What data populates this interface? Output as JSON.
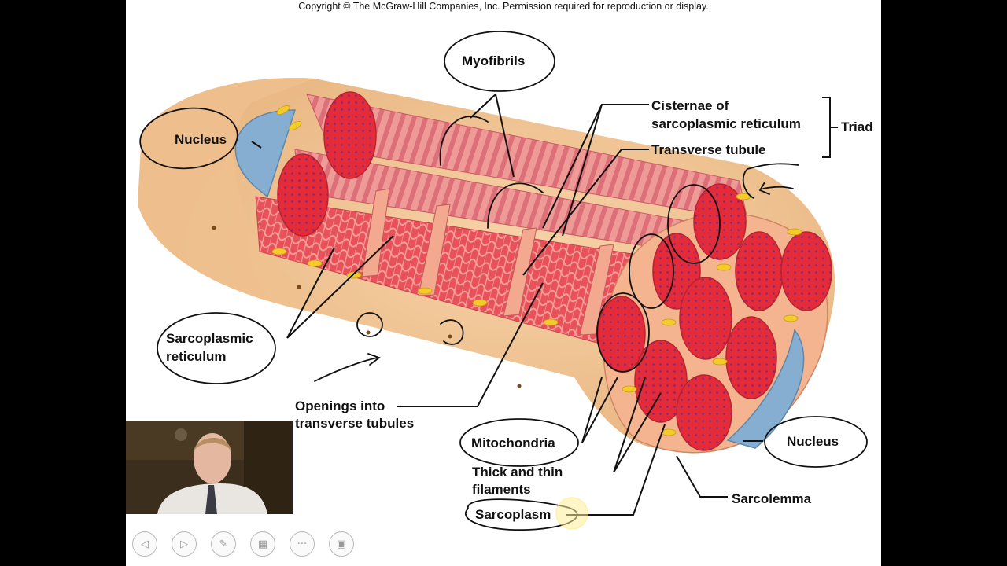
{
  "copyright": "Copyright © The McGraw-Hill Companies, Inc. Permission required for reproduction or display.",
  "labels": {
    "myofibrils": "Myofibrils",
    "nucleus_left": "Nucleus",
    "cisternae_line1": "Cisternae of",
    "cisternae_line2": "sarcoplasmic reticulum",
    "triad": "Triad",
    "transverse_tubule": "Transverse tubule",
    "sarcoplasmic_line1": "Sarcoplasmic",
    "sarcoplasmic_line2": "reticulum",
    "openings_line1": "Openings into",
    "openings_line2": "transverse tubules",
    "mitochondria": "Mitochondria",
    "filaments_line1": "Thick and thin",
    "filaments_line2": "filaments",
    "sarcoplasm": "Sarcoplasm",
    "nucleus_right": "Nucleus",
    "sarcolemma": "Sarcolemma"
  },
  "toolbar": {
    "buttons": [
      {
        "icon": "back-arrow-icon",
        "glyph": "◁"
      },
      {
        "icon": "forward-arrow-icon",
        "glyph": "▷"
      },
      {
        "icon": "pen-icon",
        "glyph": "✎"
      },
      {
        "icon": "slides-icon",
        "glyph": "▦"
      },
      {
        "icon": "more-icon",
        "glyph": "···"
      },
      {
        "icon": "display-icon",
        "glyph": "▣"
      }
    ]
  },
  "colors": {
    "muscle_red": "#e8313f",
    "myofibril_pink": "#ee8d8d",
    "nucleus_blue": "#7fa8c9",
    "sarcoplasm_tan": "#f0c493",
    "mitochondria_yellow": "#f6cf2e"
  }
}
